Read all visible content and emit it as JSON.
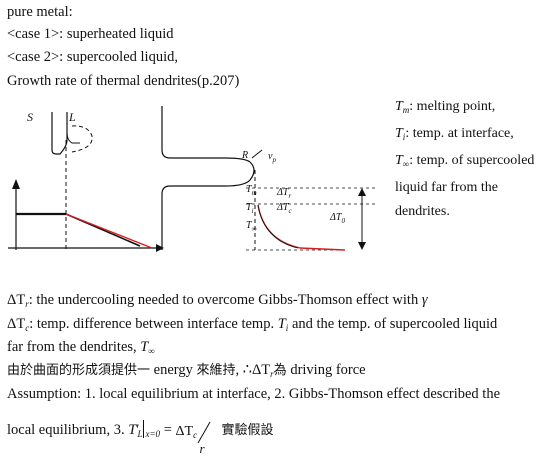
{
  "header": {
    "line1": "pure metal:",
    "line2": "<case 1>: superheated liquid",
    "line3": "<case 2>: supercooled liquid,",
    "line4": "Growth rate of thermal dendrites(p.207)"
  },
  "figure": {
    "left_S": "S",
    "left_L": "L",
    "R": "R",
    "vp": "v",
    "vp_sub": "p",
    "Tm": "T",
    "Tm_sub": "m",
    "Ti": "T",
    "Ti_sub": "i",
    "Tinf": "T",
    "Tinf_sub": "∞",
    "dTr": "ΔT",
    "dTr_sub": "r",
    "dTc": "ΔT",
    "dTc_sub": "c",
    "dT0": "ΔT",
    "dT0_sub": "0"
  },
  "legend": {
    "tm_sym": "T",
    "tm_sub": "m",
    "tm_text": ": melting point,",
    "ti_sym": "T",
    "ti_sub": "i",
    "ti_text": ": temp. at interface,",
    "tinf_sym": "T",
    "tinf_sub": "∞",
    "tinf_text": ": temp. of supercooled",
    "tinf_cont1": "liquid far from the",
    "tinf_cont2": "dendrites."
  },
  "body": {
    "dtr_sym": "ΔT",
    "dtr_sub": "r",
    "dtr_text": ": the undercooling needed to overcome Gibbs-Thomson effect with ",
    "dtr_gamma": "γ",
    "dtc_sym": "ΔT",
    "dtc_sub": "c",
    "dtc_text": ": temp. difference between interface temp. ",
    "dtc_ti": "T",
    "dtc_ti_sub": "i",
    "dtc_text2": " and the temp. of supercooled liquid",
    "far_text": "far from the dendrites, ",
    "far_t": "T",
    "far_t_sub": "∞",
    "cjk_a": "由於曲面的形成須提供一",
    "cjk_energy": " energy ",
    "cjk_b": "來維持",
    "cjk_therefore": ", ∴",
    "cjk_dtr": "ΔT",
    "cjk_dtr_sub": "r",
    "cjk_c": "為",
    "cjk_driving": " driving force",
    "assumption": "Assumption: 1. local equilibrium at interface, 2. Gibbs-Thomson effect described the",
    "local_text": "local equilibrium, 3. ",
    "eq_T": "T",
    "eq_prime": "′",
    "eq_L": "L",
    "eq_cond": "x=0",
    "eq_eq": " = ",
    "eq_num": "ΔT",
    "eq_num_sub": "c",
    "eq_den": "r",
    "eq_cjk": "實驗假設"
  }
}
